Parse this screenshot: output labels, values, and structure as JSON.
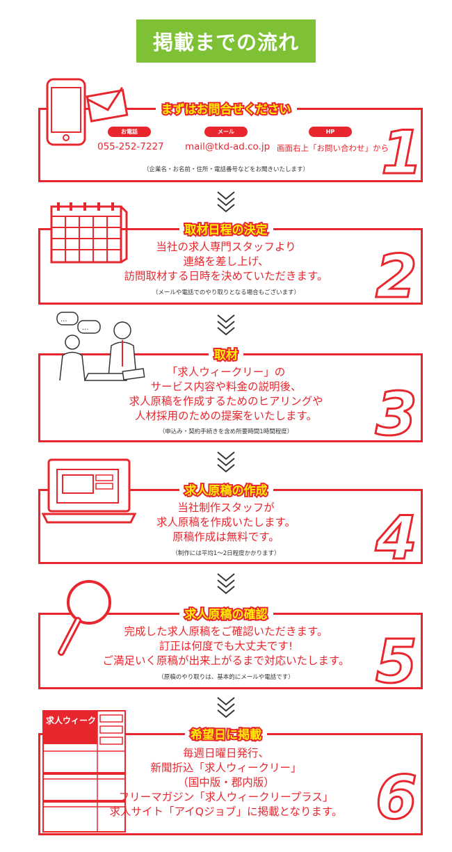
{
  "header": {
    "title": "掲載までの流れ"
  },
  "steps": [
    {
      "title": "まずはお問合せください",
      "number": "1",
      "contacts": [
        {
          "label": "お電話",
          "value": "055-252-7227"
        },
        {
          "label": "メール",
          "value": "mail@tkd-ad.co.jp"
        },
        {
          "label": "HP",
          "value": "画面右上「お問い合わせ」から"
        }
      ],
      "note": "（企業名・お名前・住所・電話番号などをお聞きいたします）"
    },
    {
      "title": "取材日程の決定",
      "number": "2",
      "lines": [
        "当社の求人専門スタッフより",
        "連絡を差し上げ、",
        "訪問取材する日時を決めていただきます。"
      ],
      "note": "（メールや電話でのやり取りとなる場合もございます）"
    },
    {
      "title": "取材",
      "number": "3",
      "lines": [
        "「求人ウィークリー」の",
        "サービス内容や料金の説明後、",
        "求人原稿を作成するためのヒアリングや",
        "人材採用のための提案をいたします。"
      ],
      "note": "（申込み・契約手続きを含め所要時間1時間程度）"
    },
    {
      "title": "求人原稿の作成",
      "number": "4",
      "lines": [
        "当社制作スタッフが",
        "求人原稿を作成いたします。",
        "原稿作成は無料です。"
      ],
      "note": "（制作には平均1〜2日程度かかります）"
    },
    {
      "title": "求人原稿の確認",
      "number": "5",
      "lines": [
        "完成した求人原稿をご確認いただきます。",
        "訂正は何度でも大丈夫です!",
        "ご満足いく原稿が出来上がるまで対応いたします。"
      ],
      "note": "（原稿のやり取りは、基本的にメールや電話です）"
    },
    {
      "title": "希望日に掲載",
      "number": "6",
      "lines": [
        "毎週日曜日発行、",
        "新聞折込「求人ウィークリー」",
        "（国中版・郡内版）",
        "フリーマガジン「求人ウィークリープラス」",
        "求人サイト「アイQジョブ」に掲載となります。"
      ],
      "brochure_title": "求人ウィークリー"
    }
  ],
  "colors": {
    "accent": "#e8262d",
    "header_bg": "#7ec134",
    "title_fill": "#ffee00"
  }
}
